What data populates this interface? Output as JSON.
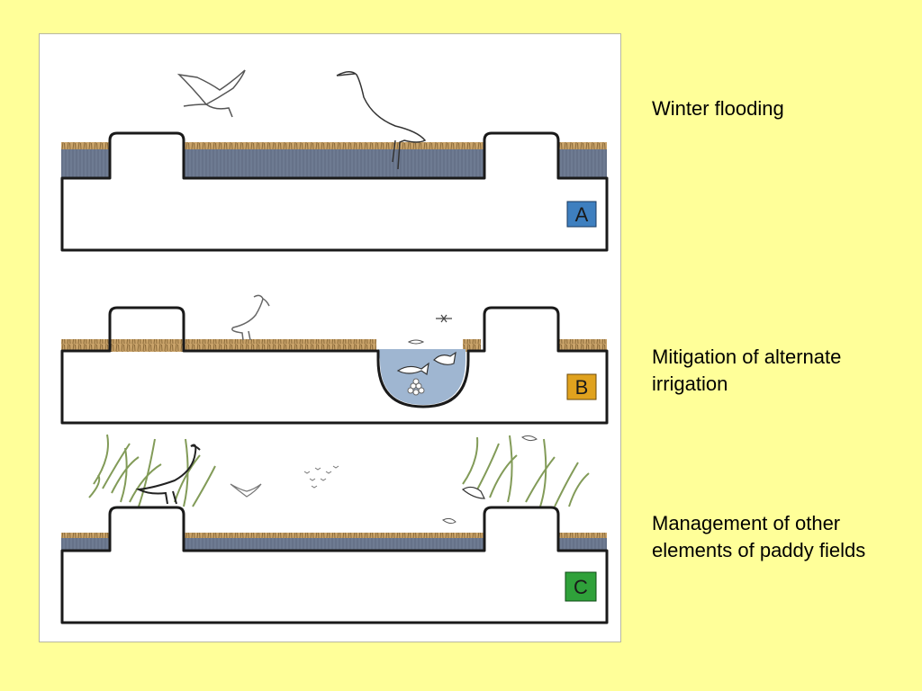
{
  "captions": {
    "a": "Winter flooding",
    "b": "Mitigation of alternate irrigation",
    "c": "Management of other elements of paddy fields"
  },
  "panels": [
    {
      "label": "A",
      "badge_color": "#3e7fbf"
    },
    {
      "label": "B",
      "badge_color": "#e0a21e"
    },
    {
      "label": "C",
      "badge_color": "#2fa13a"
    }
  ],
  "colors": {
    "background": "#ffff99",
    "water": "#6e7b92",
    "stubble": "#b9915a",
    "pond_water": "#9fb6d1"
  },
  "icons": [
    "egret-icon",
    "ibis-icon",
    "dragonfly-icon",
    "fish-icon",
    "frog-icon",
    "grass-tuft-icon",
    "bird-flock-icon"
  ]
}
